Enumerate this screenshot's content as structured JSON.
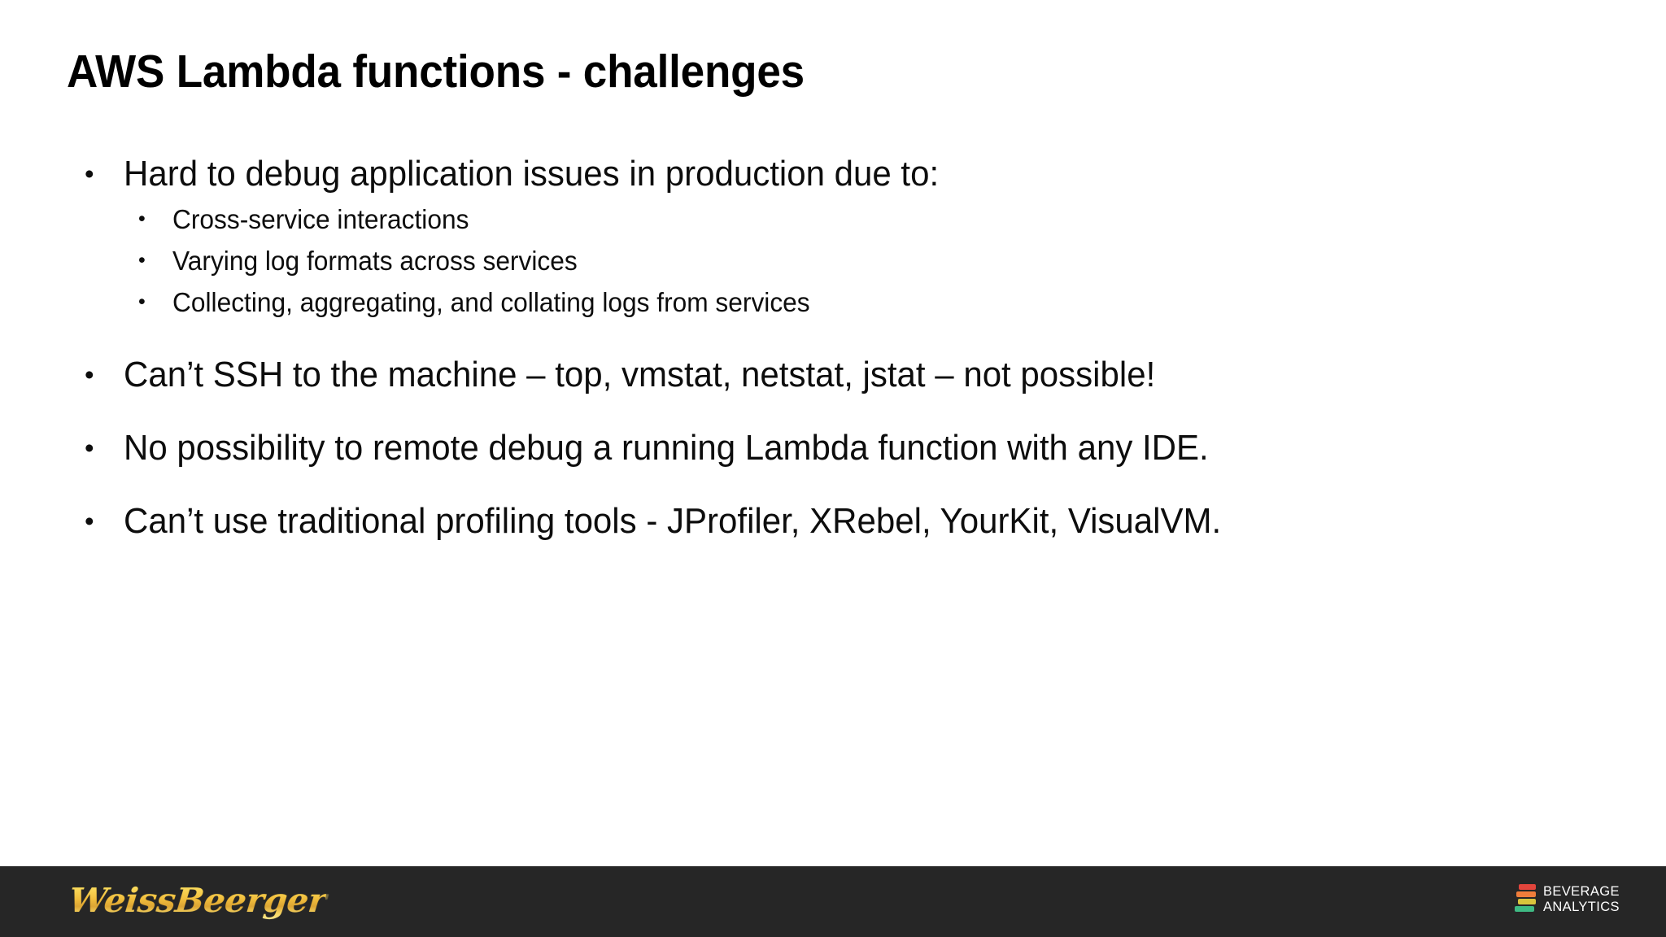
{
  "slide": {
    "title": "AWS Lambda functions - challenges",
    "background_color": "#ffffff",
    "text_color": "#0d0d0d",
    "bullet_glyph": "•"
  },
  "content": {
    "blocks": [
      {
        "level": 1,
        "text": "Hard to debug application issues in production due to:"
      },
      {
        "level": 2,
        "text": "Cross-service interactions"
      },
      {
        "level": 2,
        "text": "Varying log formats across services"
      },
      {
        "level": 2,
        "text": "Collecting, aggregating, and collating logs from services"
      },
      {
        "level": 1,
        "text": "Can’t SSH to the machine – top, vmstat, netstat, jstat – not possible!"
      },
      {
        "level": 1,
        "text": "No possibility to remote debug a running Lambda function with any IDE."
      },
      {
        "level": 1,
        "text": "Can’t use traditional profiling tools - JProfiler, XRebel, YourKit, VisualVM."
      }
    ]
  },
  "footer": {
    "background_color": "#262626",
    "brand_left": {
      "name": "WeissBeerger",
      "color": "#e8c24a"
    },
    "brand_right": {
      "line1": "BEVERAGE",
      "line2": "ANALYTICS",
      "color": "#ffffff",
      "mark_colors": [
        "#e2453c",
        "#ef7d3b",
        "#e8c33a",
        "#8cc152"
      ],
      "mark_colors_detail": {
        "bar1": "#e2453c",
        "bar2": "#ef7d3b",
        "bar3": "#d9c43c",
        "bar4": "#3fba84"
      }
    }
  }
}
